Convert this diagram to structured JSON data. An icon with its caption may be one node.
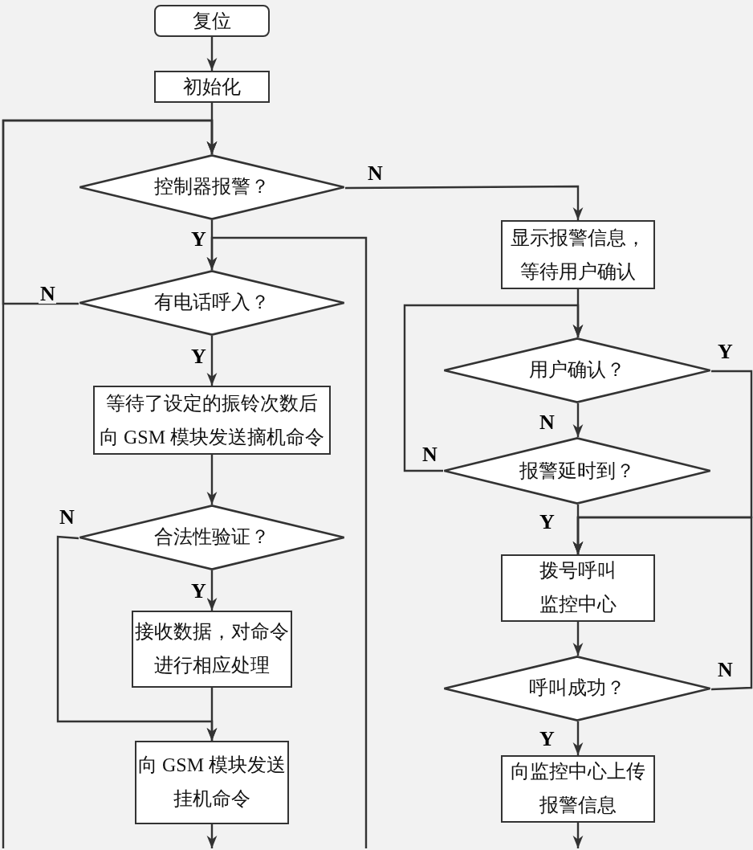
{
  "diagram": {
    "nodes": [
      {
        "text": [
          "复位"
        ]
      },
      {
        "text": [
          "初始化"
        ]
      },
      {
        "text": [
          "控制器报警？"
        ]
      },
      {
        "text": [
          "有电话呼入？"
        ]
      },
      {
        "text": [
          "等待了设定的振铃次数后向 GSM 模块发送摘机命令"
        ]
      },
      {
        "text": [
          "合法性验证？"
        ]
      },
      {
        "text": [
          "接收数据，对命令进行相应处理"
        ]
      },
      {
        "text": [
          "向 GSM 模块发送挂机命令"
        ]
      },
      {
        "text": [
          "显示报警信息，等待用户确认"
        ]
      },
      {
        "text": [
          "用户确认？"
        ]
      },
      {
        "text": [
          "报警延时到？"
        ]
      },
      {
        "text": [
          "拨号呼叫监控中心"
        ]
      },
      {
        "text": [
          "呼叫成功？"
        ]
      },
      {
        "text": [
          "向监控中心上传报警信息"
        ]
      }
    ],
    "edges": [
      {
        "from": 0,
        "to": 1,
        "arrow": "to"
      },
      {
        "from": 1,
        "to": 2,
        "arrow": "to"
      },
      {
        "from": 3,
        "to": 2,
        "arrow": "to",
        "label": "N"
      },
      {
        "from": null,
        "to": 2,
        "arrow": "to"
      },
      {
        "from": 2,
        "to": 3,
        "arrow": "to",
        "label": "Y"
      },
      {
        "from": 2,
        "to": 8,
        "arrow": "to",
        "label": "N"
      },
      {
        "from": null,
        "to": 3,
        "arrow": "to"
      },
      {
        "from": 3,
        "to": 4,
        "arrow": "to",
        "label": "Y"
      },
      {
        "from": 4,
        "to": 5,
        "arrow": "to"
      },
      {
        "from": 5,
        "to": 6,
        "arrow": "to",
        "label": "Y"
      },
      {
        "from": 5,
        "to": 7,
        "arrow": "to",
        "label": "N"
      },
      {
        "from": 6,
        "to": 7,
        "arrow": "to"
      },
      {
        "from": 7,
        "to": null,
        "arrow": "to"
      },
      {
        "from": 8,
        "to": 9,
        "arrow": "to"
      },
      {
        "from": 9,
        "to": 10,
        "arrow": "to",
        "label": "N"
      },
      {
        "from": 10,
        "to": 9,
        "arrow": "to",
        "label": "N"
      },
      {
        "from": 9,
        "to": 11,
        "arrow": "to",
        "label": "Y"
      },
      {
        "from": 10,
        "to": 11,
        "arrow": "to",
        "label": "Y"
      },
      {
        "from": 11,
        "to": 12,
        "arrow": "to"
      },
      {
        "from": 12,
        "to": 11,
        "arrow": "to",
        "label": "N"
      },
      {
        "from": 12,
        "to": 13,
        "arrow": "to",
        "label": "Y"
      },
      {
        "from": 13,
        "to": null,
        "arrow": "to"
      }
    ]
  }
}
